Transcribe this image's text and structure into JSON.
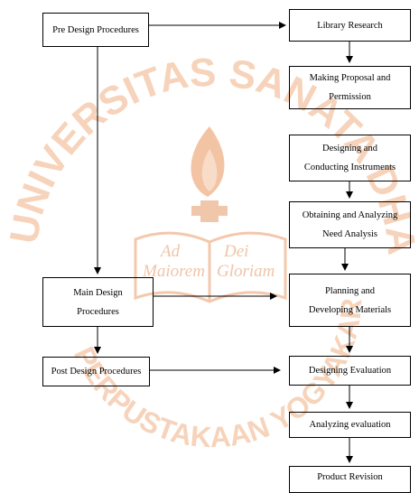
{
  "watermark": {
    "arc_top": "UNIVERSITAS SANATA DHARMA",
    "arc_bottom": "PERPUSTAKAAN YOGYAKARTA",
    "book_left": [
      "Ad",
      "Maiorem"
    ],
    "book_right": [
      "Dei",
      "Gloriam"
    ],
    "color": "#f6d3ba"
  },
  "boxes": {
    "pre_design": [
      "Pre Design Procedures"
    ],
    "library_research": [
      "Library Research"
    ],
    "proposal": [
      "Making Proposal and",
      "Permission"
    ],
    "instruments": [
      "Designing and",
      "Conducting Instruments"
    ],
    "needs": [
      "Obtaining and Analyzing",
      "Need Analysis"
    ],
    "main_design": [
      "Main Design",
      "Procedures"
    ],
    "materials": [
      "Planning and",
      "Developing Materials"
    ],
    "post_design": [
      "Post Design Procedures"
    ],
    "designing_eval": [
      "Designing Evaluation"
    ],
    "analyzing_eval": [
      "Analyzing evaluation"
    ],
    "revision": [
      "Product Revision"
    ]
  }
}
